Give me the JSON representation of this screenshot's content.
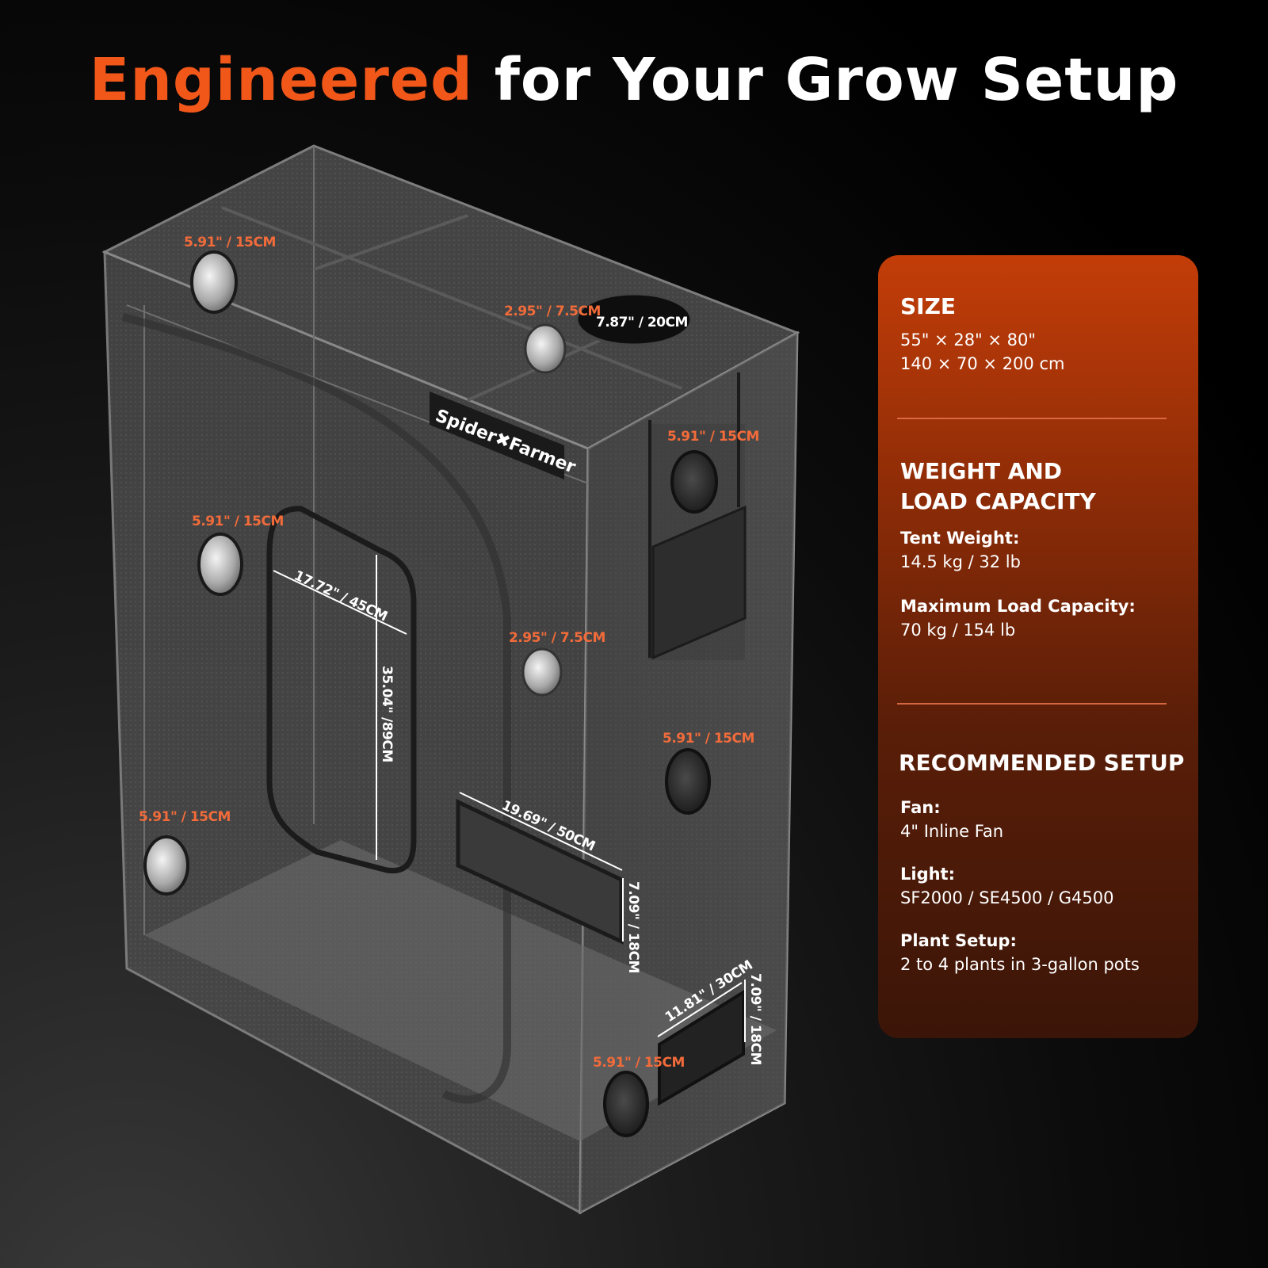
{
  "headline": {
    "accent": "Engineered",
    "rest": " for Your Grow Setup"
  },
  "tent": {
    "brand": "Spider✖Farmer",
    "dimensions": {
      "top_left_port": "5.91\" / 15CM",
      "top_small_port": "2.95\" / 7.5CM",
      "top_duct_port": "7.87\" / 20CM",
      "side_upper_port": "5.91\" / 15CM",
      "front_left_port": "5.91\" / 15CM",
      "window_width": "17.72\" / 45CM",
      "window_height": "35.04\" /89CM",
      "front_mid_port": "2.95\" / 7.5CM",
      "side_mid_port": "5.91\" / 15CM",
      "front_low_left_port": "5.91\" / 15CM",
      "vent_width": "19.69\" / 50CM",
      "vent_height": "7.09\" / 18CM",
      "side_vent_width": "11.81\" / 30CM",
      "side_vent_height": "7.09\" / 18CM",
      "side_low_port": "5.91\" / 15CM"
    }
  },
  "specs": {
    "size": {
      "title": "SIZE",
      "imperial": "55\" × 28\" × 80\"",
      "metric": "140 × 70 × 200 cm"
    },
    "weight": {
      "title_line1": "WEIGHT AND",
      "title_line2": "LOAD CAPACITY",
      "tent_weight_label": "Tent Weight:",
      "tent_weight_value": "14.5 kg / 32 lb",
      "max_load_label": "Maximum Load Capacity:",
      "max_load_value": "70 kg / 154 lb"
    },
    "setup": {
      "title": "RECOMMENDED SETUP",
      "fan_label": "Fan:",
      "fan_value": "4\" Inline Fan",
      "light_label": "Light:",
      "light_value": "SF2000 / SE4500 / G4500",
      "plant_label": "Plant Setup:",
      "plant_value": "2 to 4 plants in 3-gallon pots"
    }
  },
  "colors": {
    "accent": "#f2571a",
    "label_orange": "#f26b3a",
    "panel_top": "#c33d08",
    "panel_bottom": "#3b1508"
  }
}
